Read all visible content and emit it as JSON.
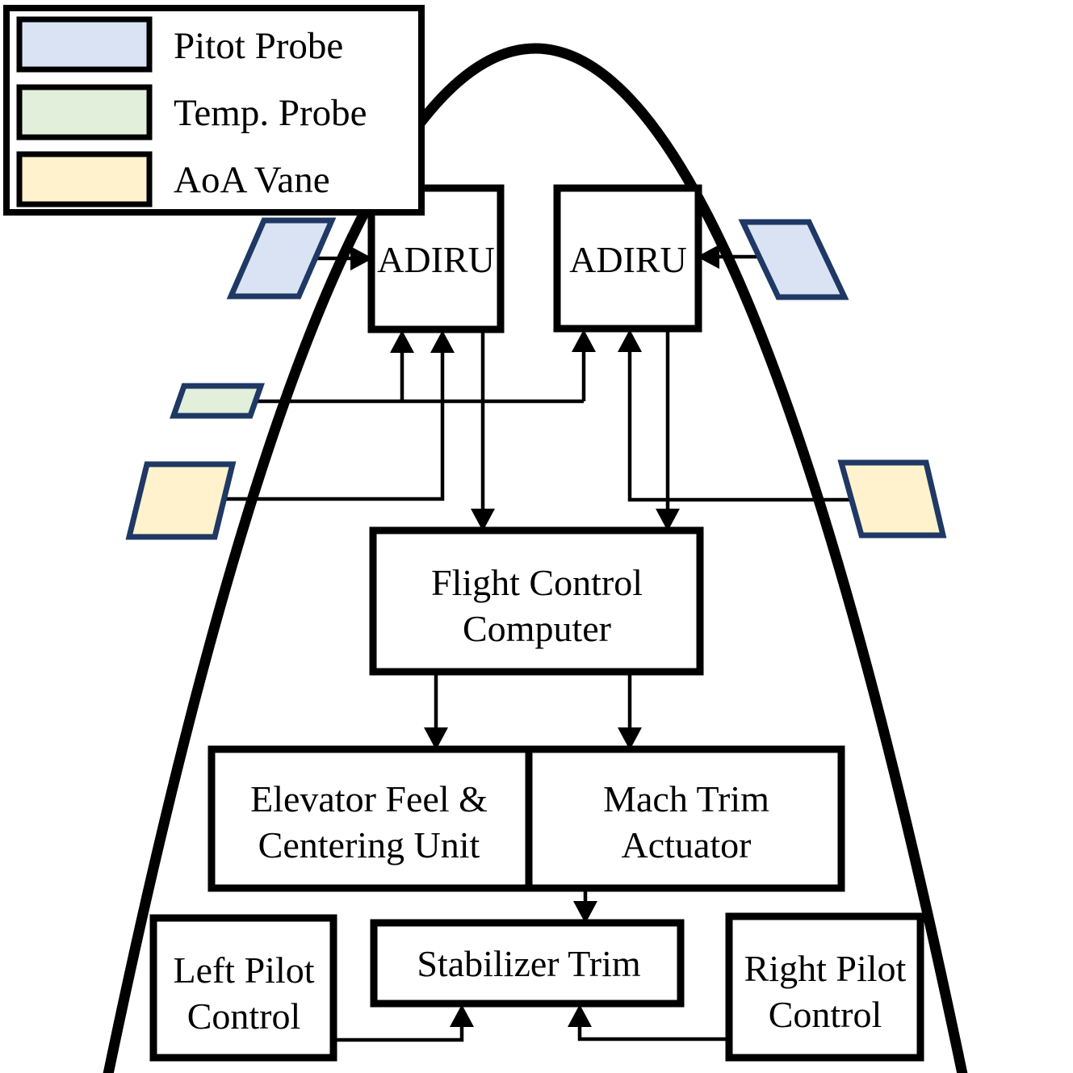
{
  "legend": {
    "items": [
      {
        "label": "Pitot Probe",
        "color": "#dae3f3"
      },
      {
        "label": "Temp. Probe",
        "color": "#e2efda"
      },
      {
        "label": "AoA Vane",
        "color": "#fff2cc"
      }
    ]
  },
  "nodes": {
    "adiru_left": {
      "label": "ADIRU"
    },
    "adiru_right": {
      "label": "ADIRU"
    },
    "flight_control_computer": {
      "line1": "Flight Control",
      "line2": "Computer"
    },
    "elevator_feel_centering_unit": {
      "line1": "Elevator Feel &",
      "line2": "Centering Unit"
    },
    "mach_trim_actuator": {
      "line1": "Mach Trim",
      "line2": "Actuator"
    },
    "stabilizer_trim": {
      "label": "Stabilizer Trim"
    },
    "left_pilot_control": {
      "line1": "Left Pilot",
      "line2": "Control"
    },
    "right_pilot_control": {
      "line1": "Right Pilot",
      "line2": "Control"
    }
  },
  "colors": {
    "sensor_border": "#1f3864",
    "line": "#000000",
    "box_border": "#000000",
    "box_fill": "#ffffff",
    "background": "#ffffff"
  }
}
